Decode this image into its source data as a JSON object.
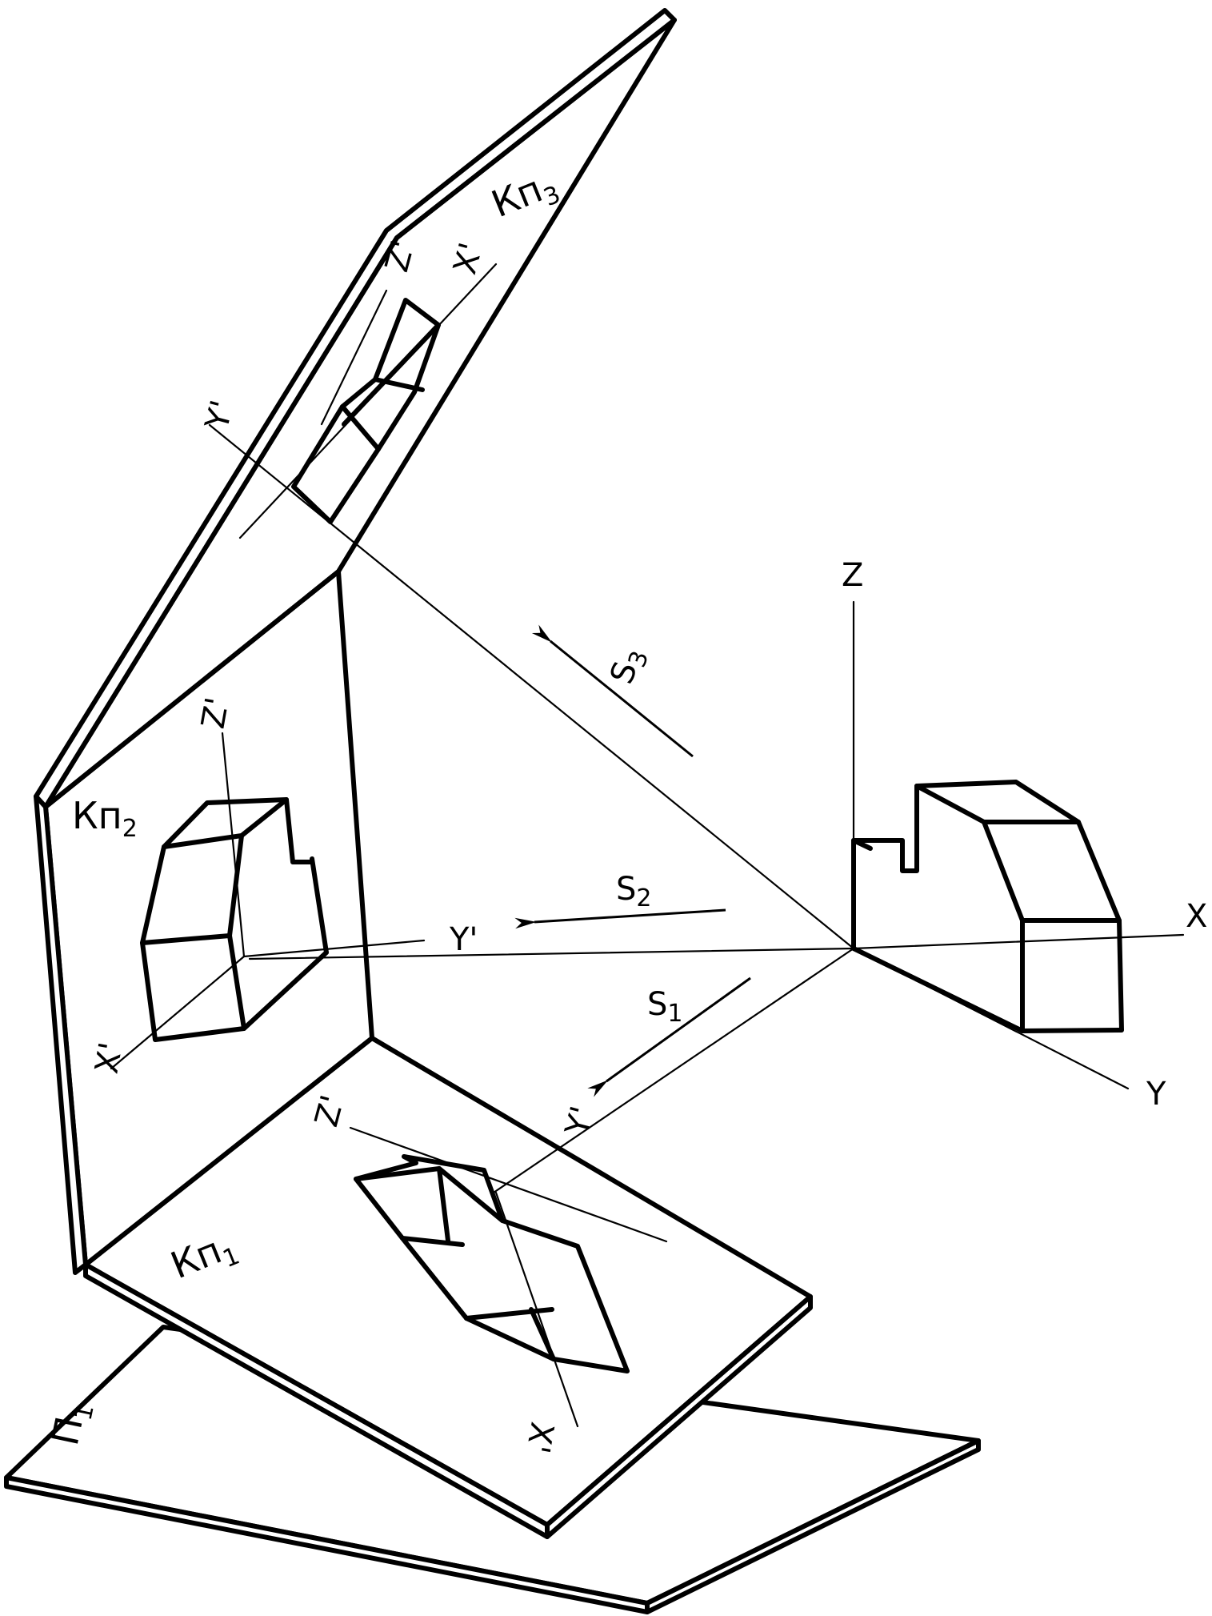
{
  "planes": {
    "kp3": {
      "base": "Кп",
      "sub": "3"
    },
    "kp2": {
      "base": "Кп",
      "sub": "2"
    },
    "kp1": {
      "base": "Кп",
      "sub": "1"
    },
    "pi1": {
      "base": "П",
      "sub": "1"
    }
  },
  "axes": {
    "z": "Z",
    "x": "X",
    "y": "Y",
    "z_prime": "Z'",
    "x_prime": "X'",
    "y_prime": "Y'"
  },
  "directions": {
    "s1": {
      "base": "S",
      "sub": "1"
    },
    "s2": {
      "base": "S",
      "sub": "2"
    },
    "s3": {
      "base": "S",
      "sub": "3"
    }
  }
}
